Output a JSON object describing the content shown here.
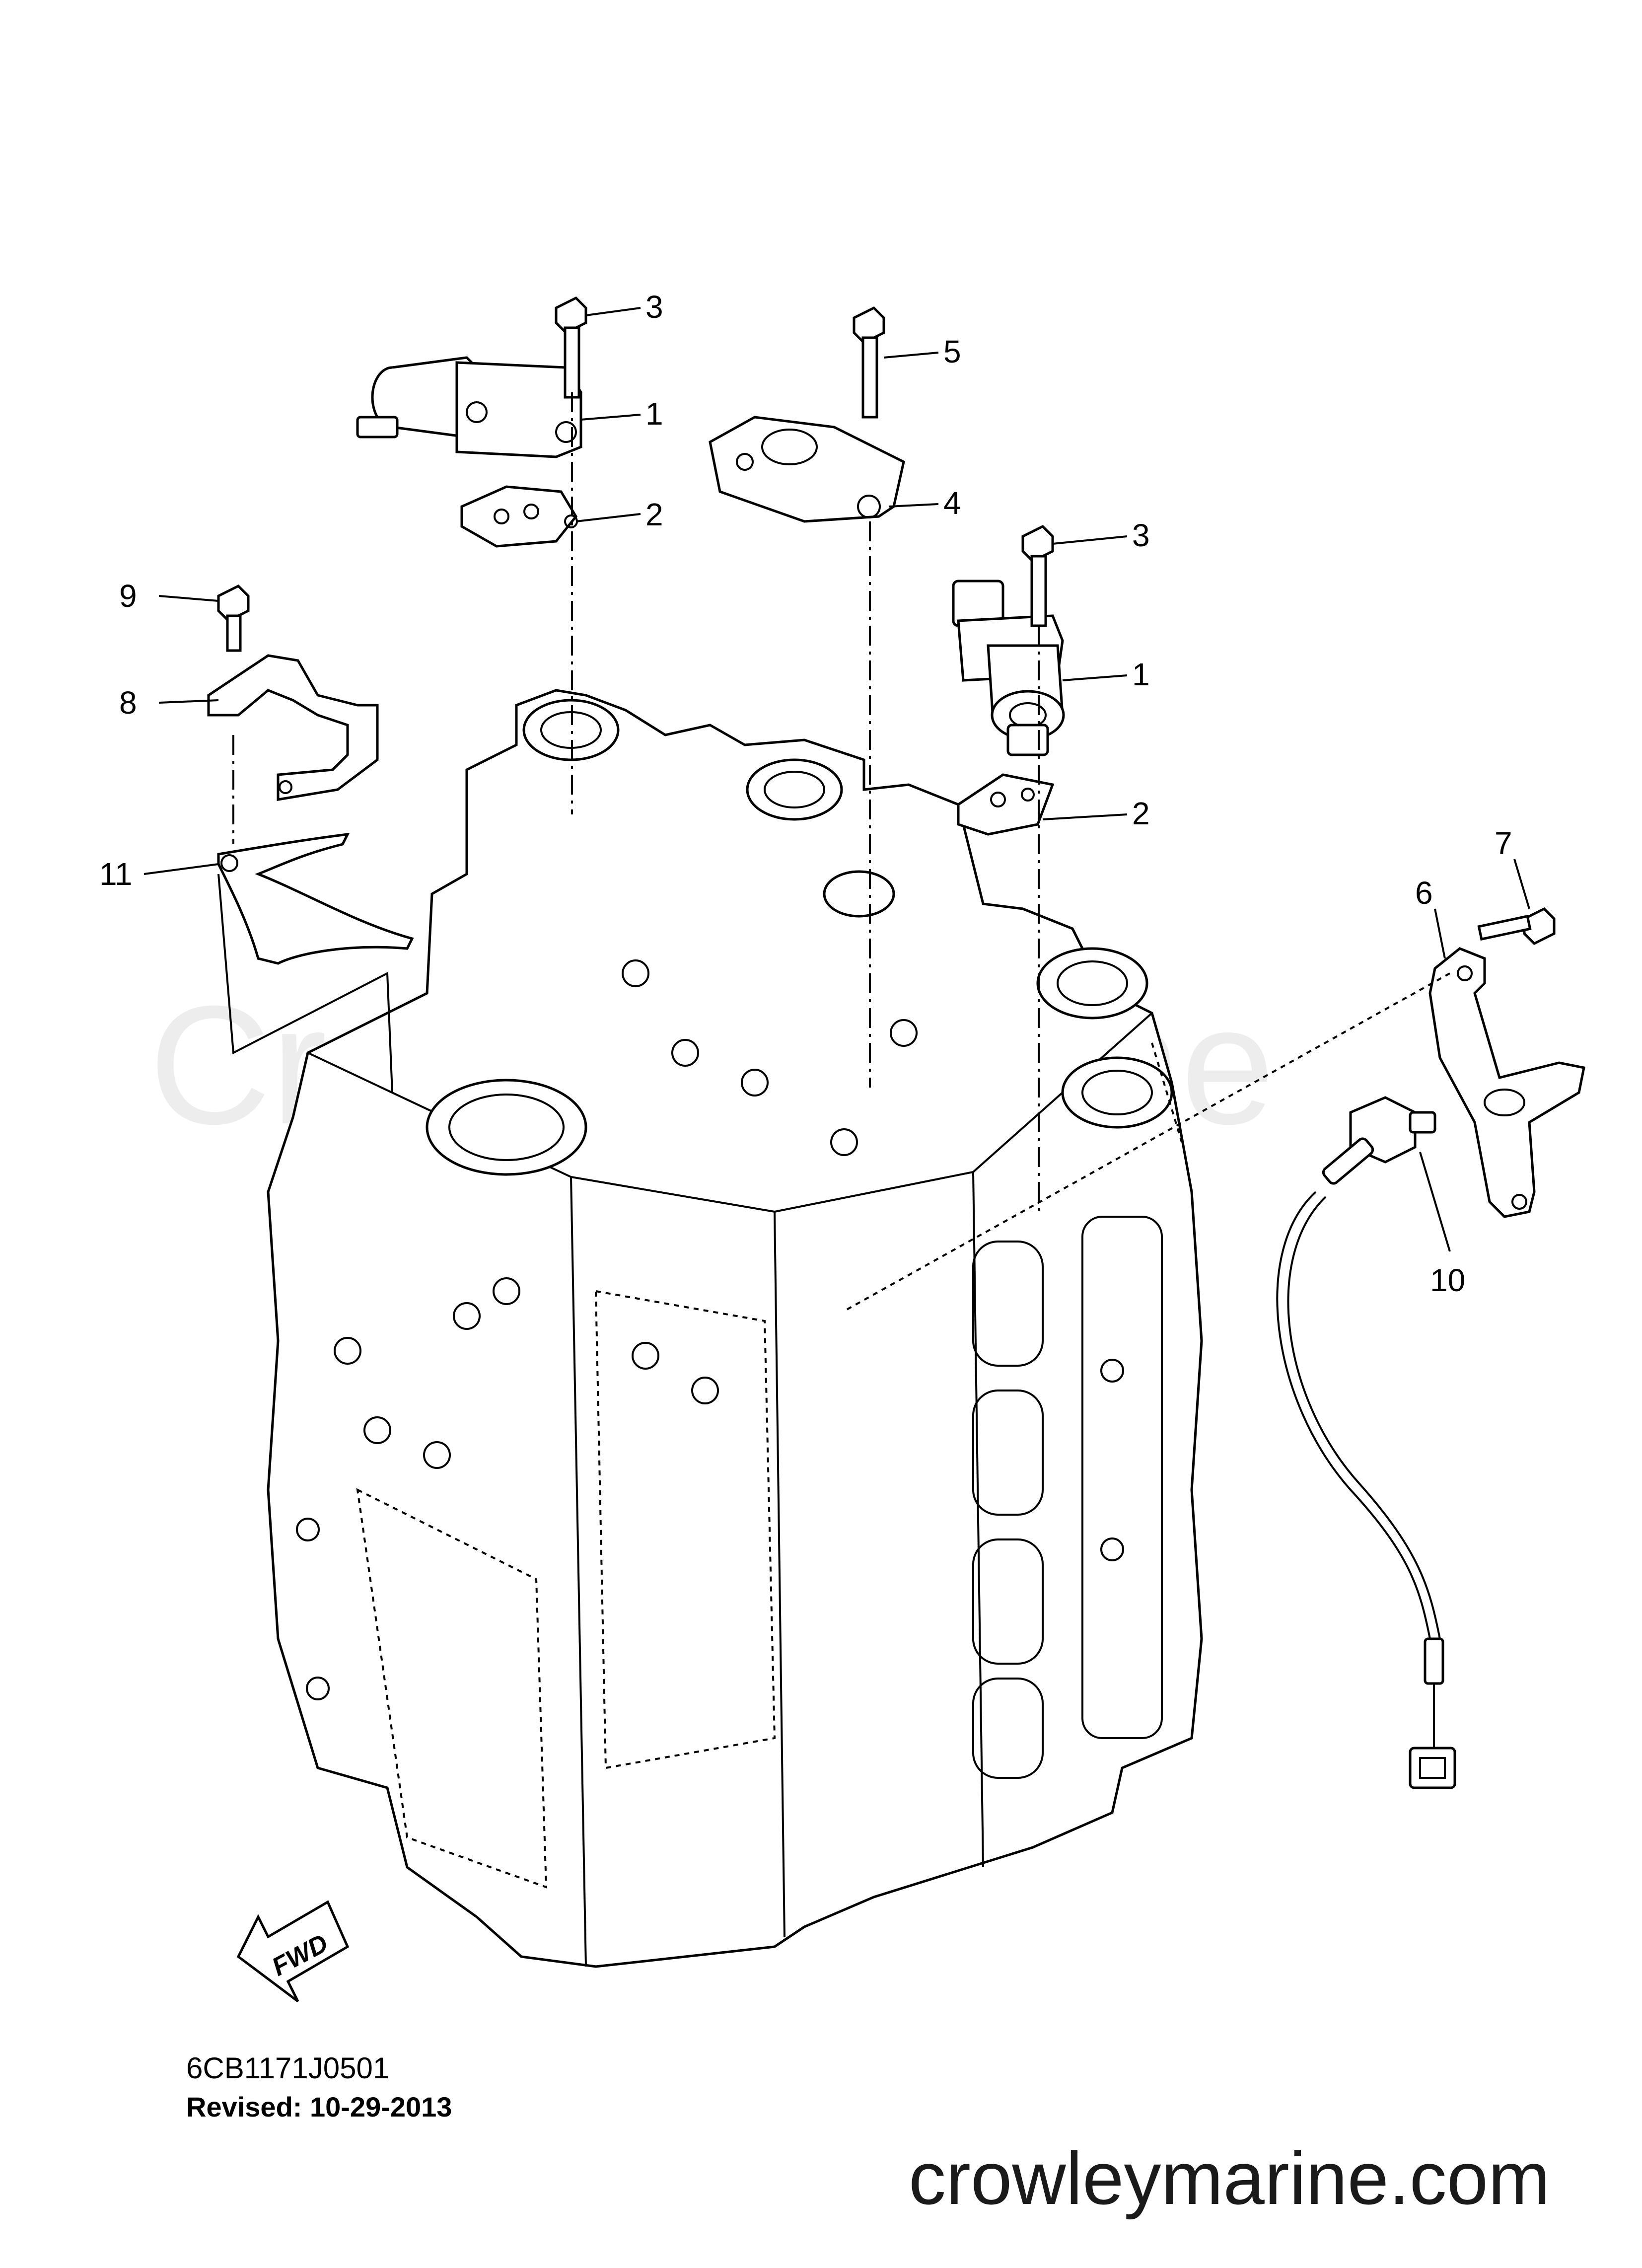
{
  "callouts": [
    {
      "label": "3"
    },
    {
      "label": "1"
    },
    {
      "label": "2"
    },
    {
      "label": "5"
    },
    {
      "label": "4"
    },
    {
      "label": "3"
    },
    {
      "label": "1"
    },
    {
      "label": "2"
    },
    {
      "label": "9"
    },
    {
      "label": "8"
    },
    {
      "label": "11"
    },
    {
      "label": "7"
    },
    {
      "label": "6"
    },
    {
      "label": "10"
    }
  ],
  "fwd_label": "FWD",
  "part_code": "6CB1171J0501",
  "revised": "Revised: 10-29-2013",
  "website": "crowleymarine.com",
  "watermark": "CrowleyMarine",
  "colors": {
    "ink": "#000000",
    "background": "#ffffff"
  }
}
